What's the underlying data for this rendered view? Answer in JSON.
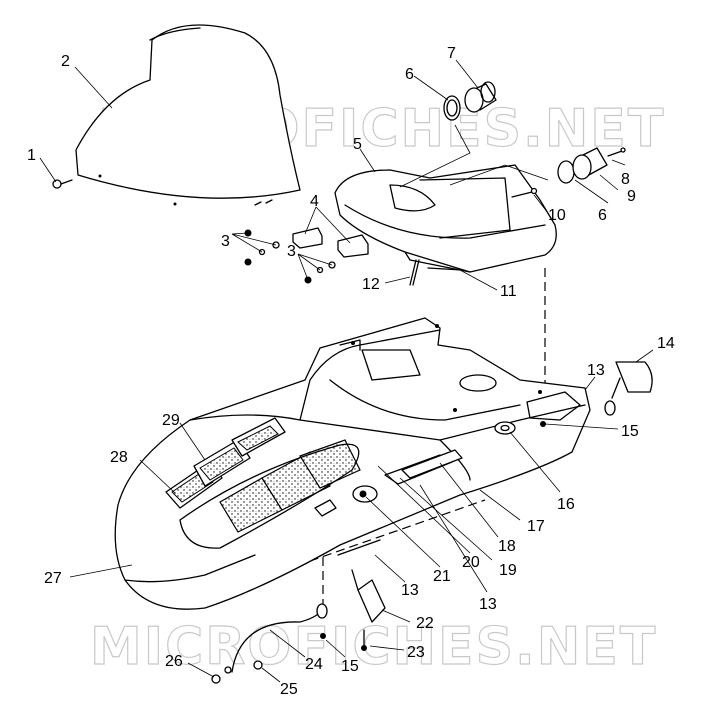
{
  "watermark": "MICROFICHES.NET",
  "callouts": [
    "1",
    "2",
    "3",
    "4",
    "5",
    "6",
    "7",
    "8",
    "9",
    "10",
    "11",
    "12",
    "13",
    "14",
    "15",
    "16",
    "17",
    "18",
    "19",
    "20",
    "21",
    "22",
    "23",
    "24",
    "25",
    "26",
    "27",
    "28",
    "29"
  ]
}
